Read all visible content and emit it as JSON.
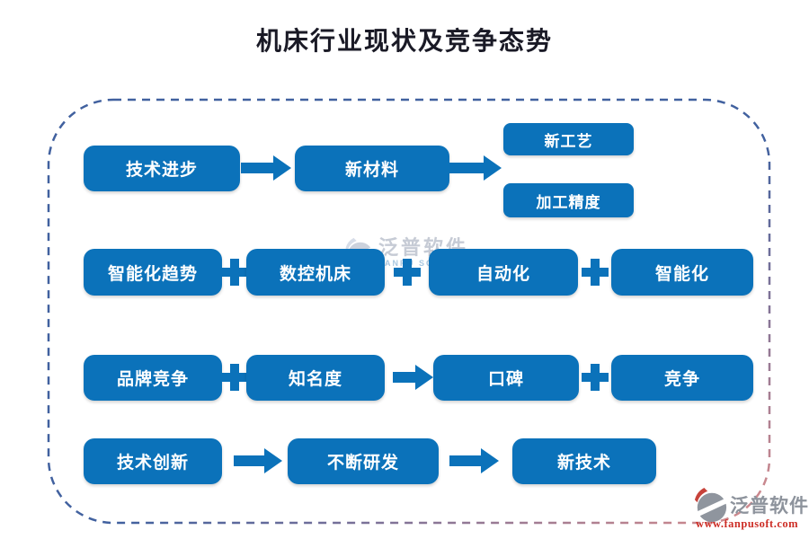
{
  "title": "机床行业现状及竞争态势",
  "colors": {
    "box_blue": "#0b72ba",
    "frame_blue": "#41619f",
    "frame_pink": "#d98c8c",
    "box_text": "#ffffff",
    "brand_gray": "#8d939c",
    "brand_red": "#cd2e26",
    "watermark_gray": "#c6cbd5",
    "watermark_blue": "#a9c7e0"
  },
  "rows": {
    "row1": {
      "box1": "技术进步",
      "box2": "新材料",
      "box3": "新工艺",
      "box4": "加工精度"
    },
    "row2": {
      "box1": "智能化趋势",
      "box2": "数控机床",
      "box3": "自动化",
      "box4": "智能化"
    },
    "row3": {
      "box1": "品牌竞争",
      "box2": "知名度",
      "box3": "口碑",
      "box4": "竞争"
    },
    "row4": {
      "box1": "技术创新",
      "box2": "不断研发",
      "box3": "新技术"
    }
  },
  "watermark": {
    "name": "泛普软件",
    "subtitle": "FANPU SOFTWARE"
  },
  "brand": {
    "name": "泛普软件",
    "url": "www.fanpusoft.com"
  }
}
